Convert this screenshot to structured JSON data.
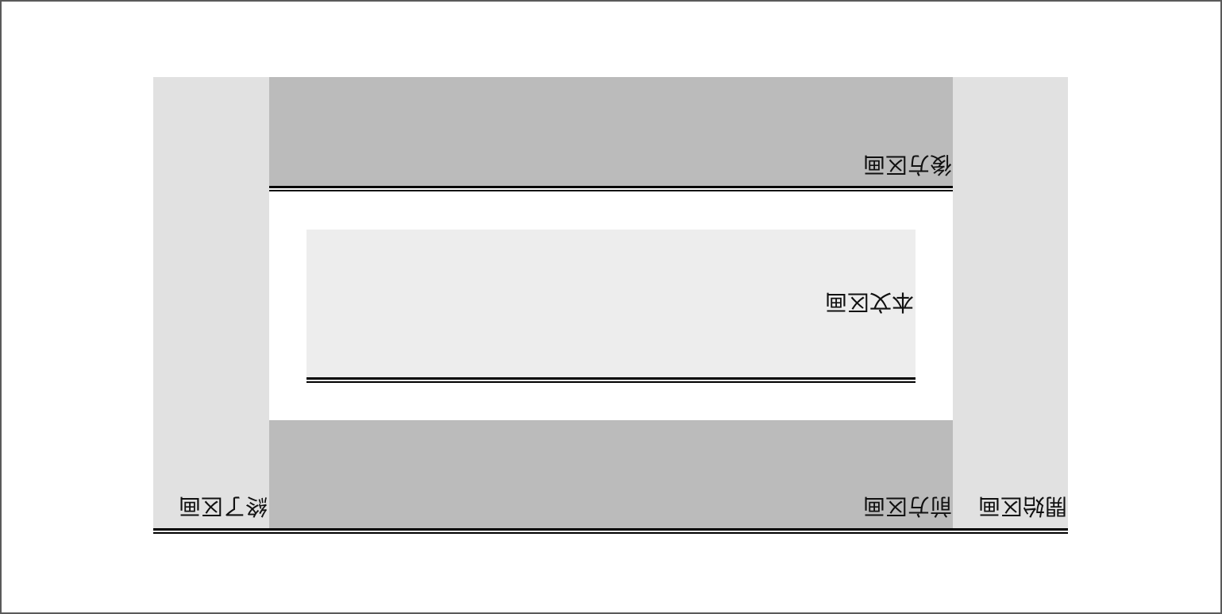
{
  "diagram": {
    "orientation": "rotated-180",
    "regions": {
      "end": {
        "label": "終了区画",
        "color": "#e1e1e1"
      },
      "start": {
        "label": "開始区画",
        "color": "#e1e1e1"
      },
      "after": {
        "label": "後方区画",
        "color": "#bbbbbb"
      },
      "before": {
        "label": "前方区画",
        "color": "#bbbbbb"
      },
      "body": {
        "label": "本文区画",
        "color": "#ededed"
      }
    }
  }
}
